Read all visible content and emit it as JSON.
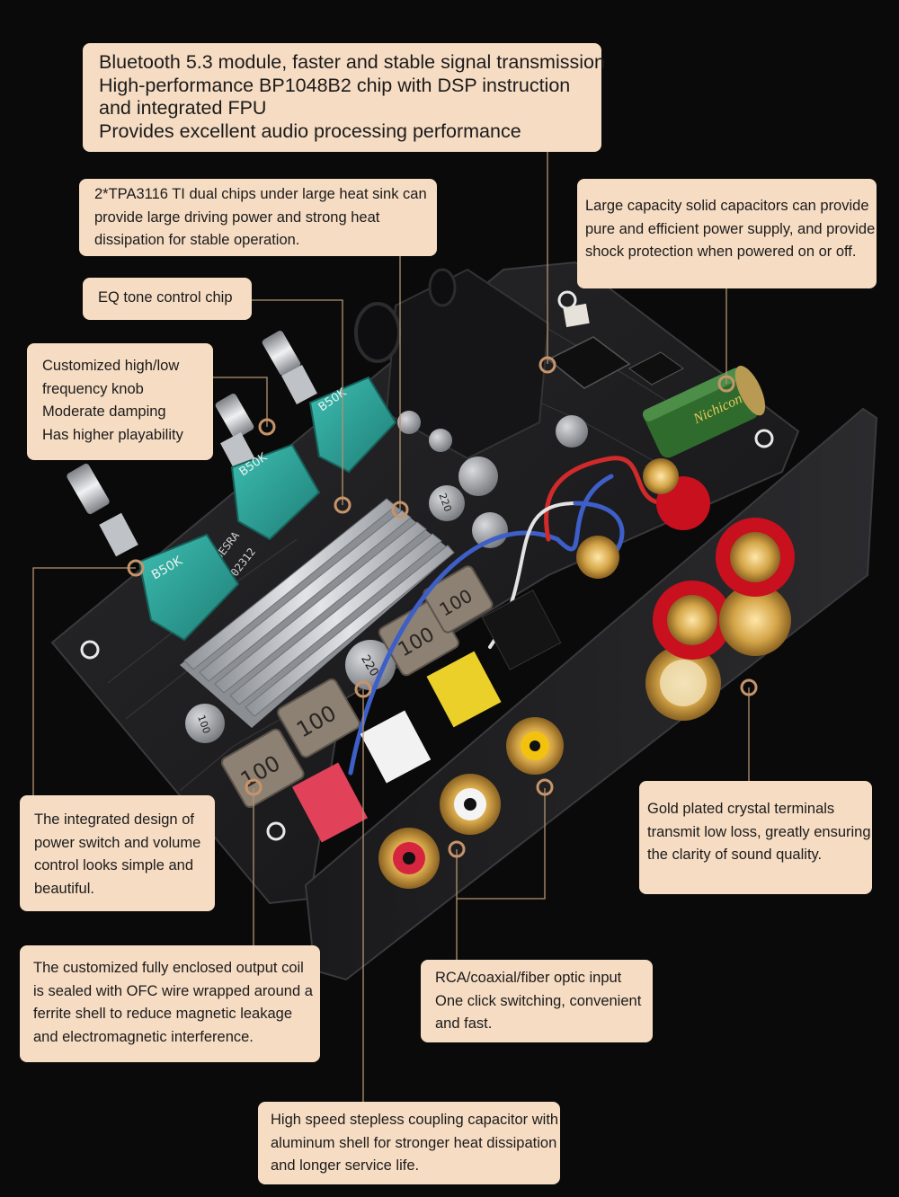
{
  "callouts": {
    "bluetooth": {
      "lines": [
        "Bluetooth 5.3 module, faster and stable signal transmission",
        "High-performance BP1048B2 chip with DSP instruction",
        "and integrated FPU",
        "Provides excellent audio processing performance"
      ]
    },
    "tpa3116": {
      "lines": [
        "2*TPA3116 TI dual chips under large heat sink can",
        "provide large driving power and strong heat",
        "dissipation for stable operation."
      ]
    },
    "capacitors": {
      "lines": [
        "Large capacity solid capacitors can provide",
        "pure and efficient power supply, and provide",
        "shock protection when powered on or off."
      ]
    },
    "eq_chip": {
      "lines": [
        "EQ tone control chip"
      ]
    },
    "knob": {
      "lines": [
        "Customized high/low",
        "frequency knob",
        "Moderate damping",
        "Has higher playability"
      ]
    },
    "power_switch": {
      "lines": [
        "The integrated design of",
        "power switch and volume",
        "control looks simple and",
        "beautiful."
      ]
    },
    "gold_terminals": {
      "lines": [
        "Gold plated crystal terminals",
        "transmit low loss, greatly ensuring",
        "the clarity of sound quality."
      ]
    },
    "output_coil": {
      "lines": [
        "The customized fully enclosed output coil",
        "is sealed with OFC wire wrapped around a",
        "ferrite shell to reduce magnetic leakage",
        "and electromagnetic interference."
      ]
    },
    "inputs": {
      "lines": [
        "RCA/coaxial/fiber optic input",
        "One click switching, convenient",
        "and fast."
      ]
    },
    "coupling_cap": {
      "lines": [
        "High speed stepless coupling capacitor with",
        "aluminum shell for stronger heat dissipation",
        "and longer service life."
      ]
    }
  },
  "board": {
    "pot_labels": [
      "B50K",
      "B50K",
      "B50K"
    ],
    "cap_labels": [
      "100",
      "100",
      "100",
      "100"
    ],
    "elec_cap_labels": [
      "100",
      "220",
      "220"
    ],
    "silk_text": [
      "AUESRA",
      "202312"
    ]
  },
  "colors": {
    "background": "#0a0a0a",
    "callout": "#f6dcc3",
    "leader": "#b49372",
    "marker": "#c7946a",
    "pot": "#2fa79d"
  }
}
